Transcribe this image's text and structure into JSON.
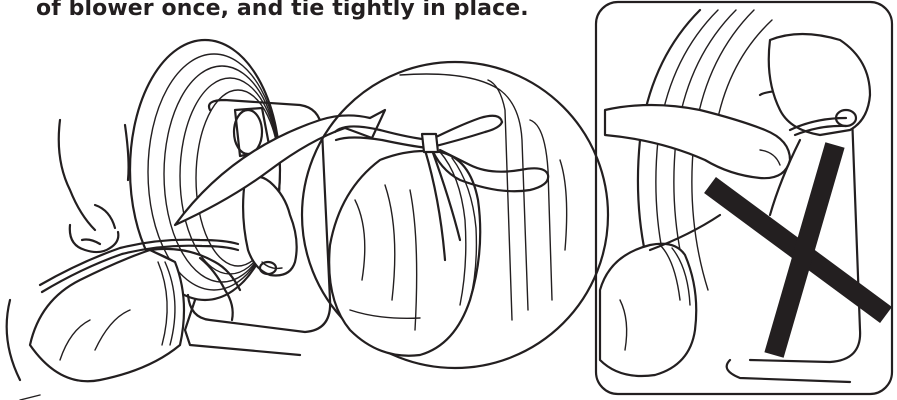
{
  "instruction": {
    "text": "of blower once, and tie tightly in place."
  },
  "figures": {
    "correct": {
      "icon": "hands-tying-strap-illustration"
    },
    "detail": {
      "icon": "magnified-knot-callout"
    },
    "incorrect": {
      "icon": "cross-out-mark",
      "mark_color": "#231f20"
    }
  }
}
